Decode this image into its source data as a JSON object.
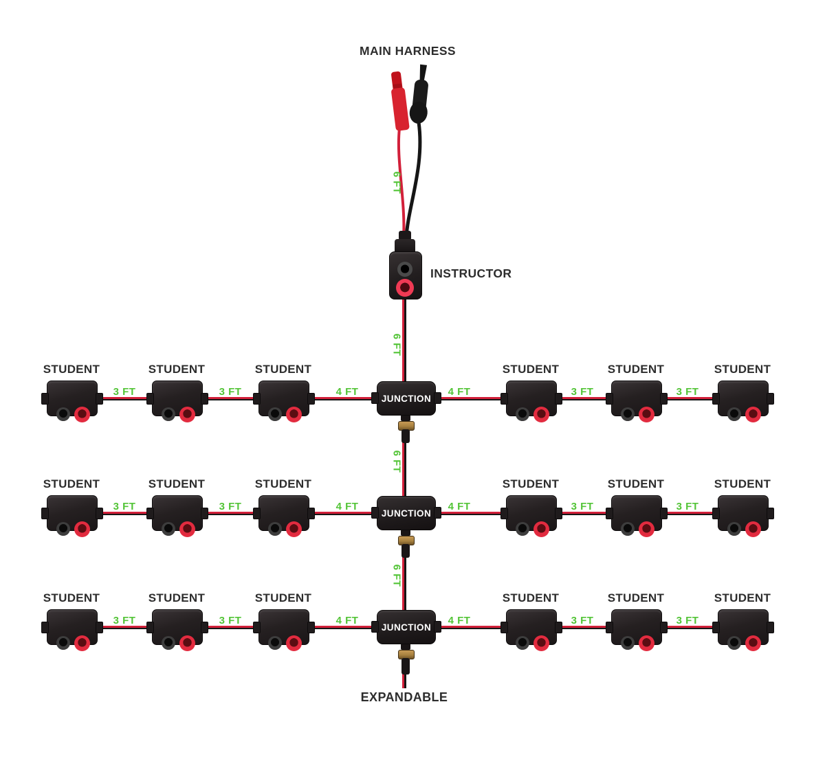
{
  "diagram": {
    "title": "MAIN HARNESS",
    "instructor_label": "INSTRUCTOR",
    "junction_label": "JUNCTION",
    "student_label": "STUDENT",
    "expandable_label": "EXPANDABLE",
    "segment_lengths": {
      "trunk": "6 FT",
      "junction_to_student": "4 FT",
      "student_to_student": "3 FT"
    },
    "structure": {
      "branch_rows": 3,
      "students_per_row": 6,
      "junctions": 3,
      "main_lead_connectors": [
        "red-banana-plug",
        "black-alligator-clip"
      ]
    },
    "colors": {
      "wire_red": "#d2203a",
      "wire_black": "#161616",
      "distance_green": "#53c437",
      "label_ink": "#2d2d2d",
      "box_black": "#221e1f",
      "jack_red": "#e22b3f",
      "brass": "#a8813f",
      "junction_text": "#ffffff",
      "background": "#ffffff"
    }
  }
}
